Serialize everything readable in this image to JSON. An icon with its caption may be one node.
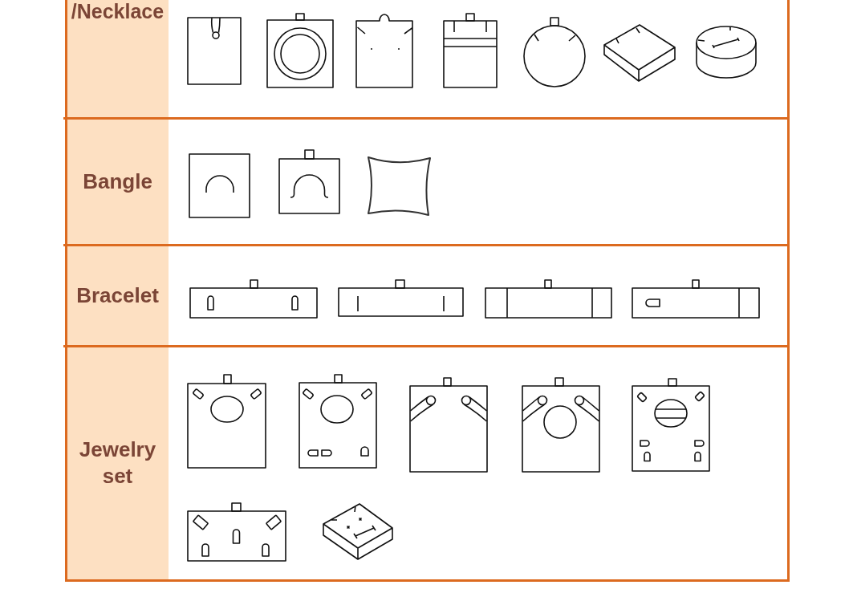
{
  "diagram": {
    "nodes": [
      {
        "text": [
          "/Necklace"
        ]
      },
      {
        "text": [
          "Bangle"
        ]
      },
      {
        "text": [
          "Bracelet"
        ]
      },
      {
        "text": [
          "Jewelry set"
        ]
      }
    ]
  }
}
